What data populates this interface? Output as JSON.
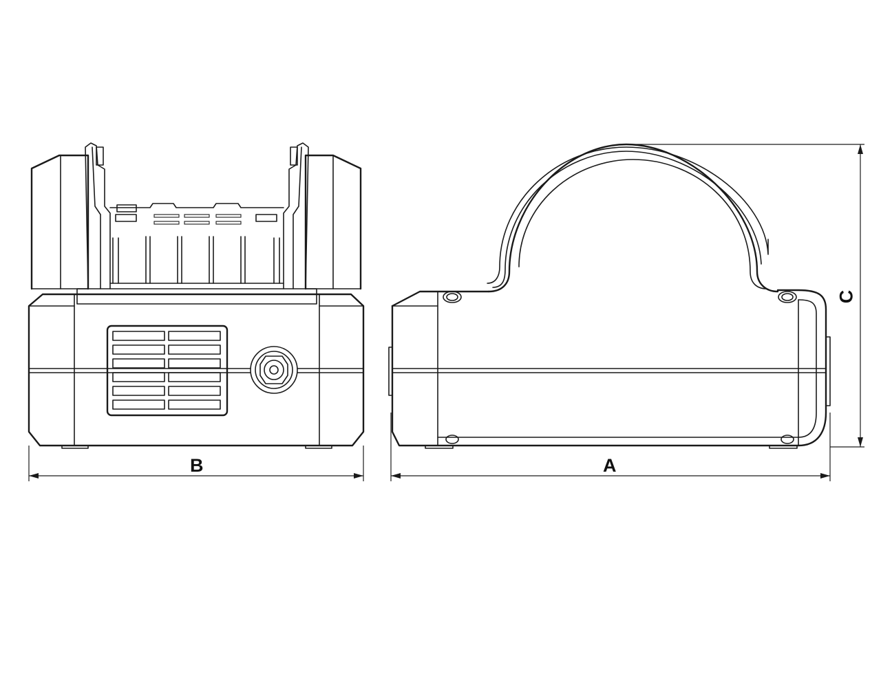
{
  "dimension_labels": {
    "width": "B",
    "length": "A",
    "height": "C"
  }
}
